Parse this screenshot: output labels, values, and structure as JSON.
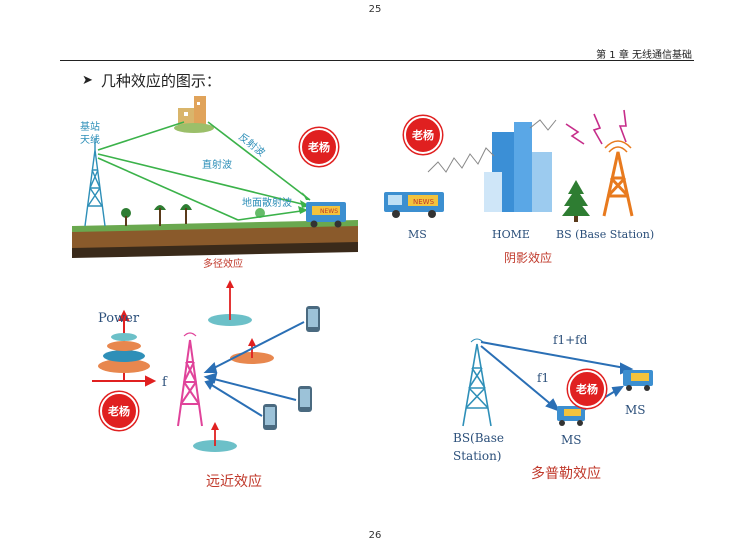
{
  "page": {
    "top_number": "25",
    "bottom_number": "26"
  },
  "header": {
    "chapter": "第 1 章  无线通信基础"
  },
  "bullet": {
    "marker": "➤",
    "text": "几种效应的图示："
  },
  "multipath": {
    "tx_label_line1": "基站",
    "tx_label_line2": "天线",
    "reflected": "反射波",
    "direct": "直射波",
    "ground_scatter": "地面散射波",
    "caption": "多径效应",
    "truck_text": "NEWS"
  },
  "shadow": {
    "ms": "MS",
    "home": "HOME",
    "bs": "BS (Base Station)",
    "caption": "阴影效应",
    "truck_text": "NEWS"
  },
  "near_far": {
    "power": "Power",
    "freq": "f",
    "caption": "远近效应"
  },
  "doppler": {
    "f1_fd": "f1+fd",
    "f1": "f1",
    "ms_top": "MS",
    "ms_bottom": "MS",
    "bs_line1": "BS(Base",
    "bs_line2": "Station)",
    "caption": "多普勒效应"
  },
  "watermark": {
    "stamp_text": "老杨"
  },
  "colors": {
    "green_arrow": "#3bb24a",
    "blue_arrow": "#2a6fb5",
    "red": "#e02020",
    "tower_blue": "#2e8fb8",
    "tower_pink": "#e0439a",
    "tower_orange": "#e87a1e",
    "truck_blue": "#3c8fd0",
    "truck_yellow": "#f3c33d",
    "soil": "#8a5a2b"
  }
}
